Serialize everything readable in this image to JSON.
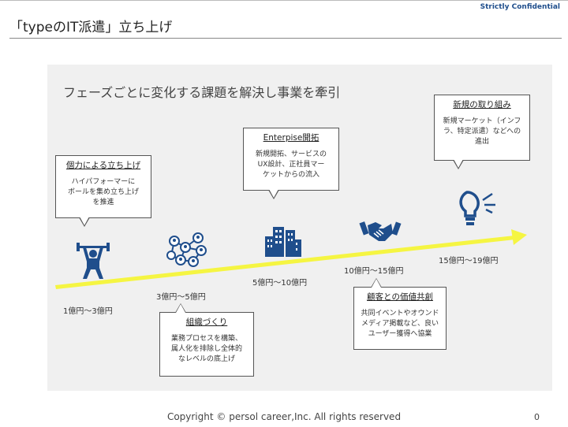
{
  "header": {
    "confidential": "Strictly Confidential",
    "title": "「typeのIT派遣」立ち上げ"
  },
  "panel": {
    "heading": "フェーズごとに変化する課題を解決し事業を牽引"
  },
  "phases": [
    {
      "title": "個力による立ち上げ",
      "text": "ハイパフォーマーに\nボールを集め立ち上げ\nを推進",
      "revenue": "1億円〜3億円",
      "icon": "weightlifter-icon"
    },
    {
      "title": "組織づくり",
      "text": "業務プロセスを構築、\n属人化を排除し全体的\nなレベルの底上げ",
      "revenue": "3億円〜5億円",
      "icon": "network-icon"
    },
    {
      "title": "Enterpise開拓",
      "text": "新規開拓、サービスの\nUX設計、正社員マー\nケットからの流入",
      "revenue": "5億円〜10億円",
      "icon": "buildings-icon"
    },
    {
      "title": "顧客との価値共創",
      "text": "共同イベントやオウンド\nメディア掲載など、良い\nユーザー獲得へ協業",
      "revenue": "10億円〜15億円",
      "icon": "handshake-icon"
    },
    {
      "title": "新規の取り組み",
      "text": "新規マーケット（インフ\nラ、特定派遣）などへの\n進出",
      "revenue": "15億円〜19億円",
      "icon": "lightbulb-icon"
    }
  ],
  "colors": {
    "accent": "#1f4e8c",
    "arrow": "#f5f542",
    "panel": "#f0f0f0"
  },
  "footer": {
    "copyright": "Copyright © persol career,Inc. All rights reserved",
    "page": "0"
  }
}
